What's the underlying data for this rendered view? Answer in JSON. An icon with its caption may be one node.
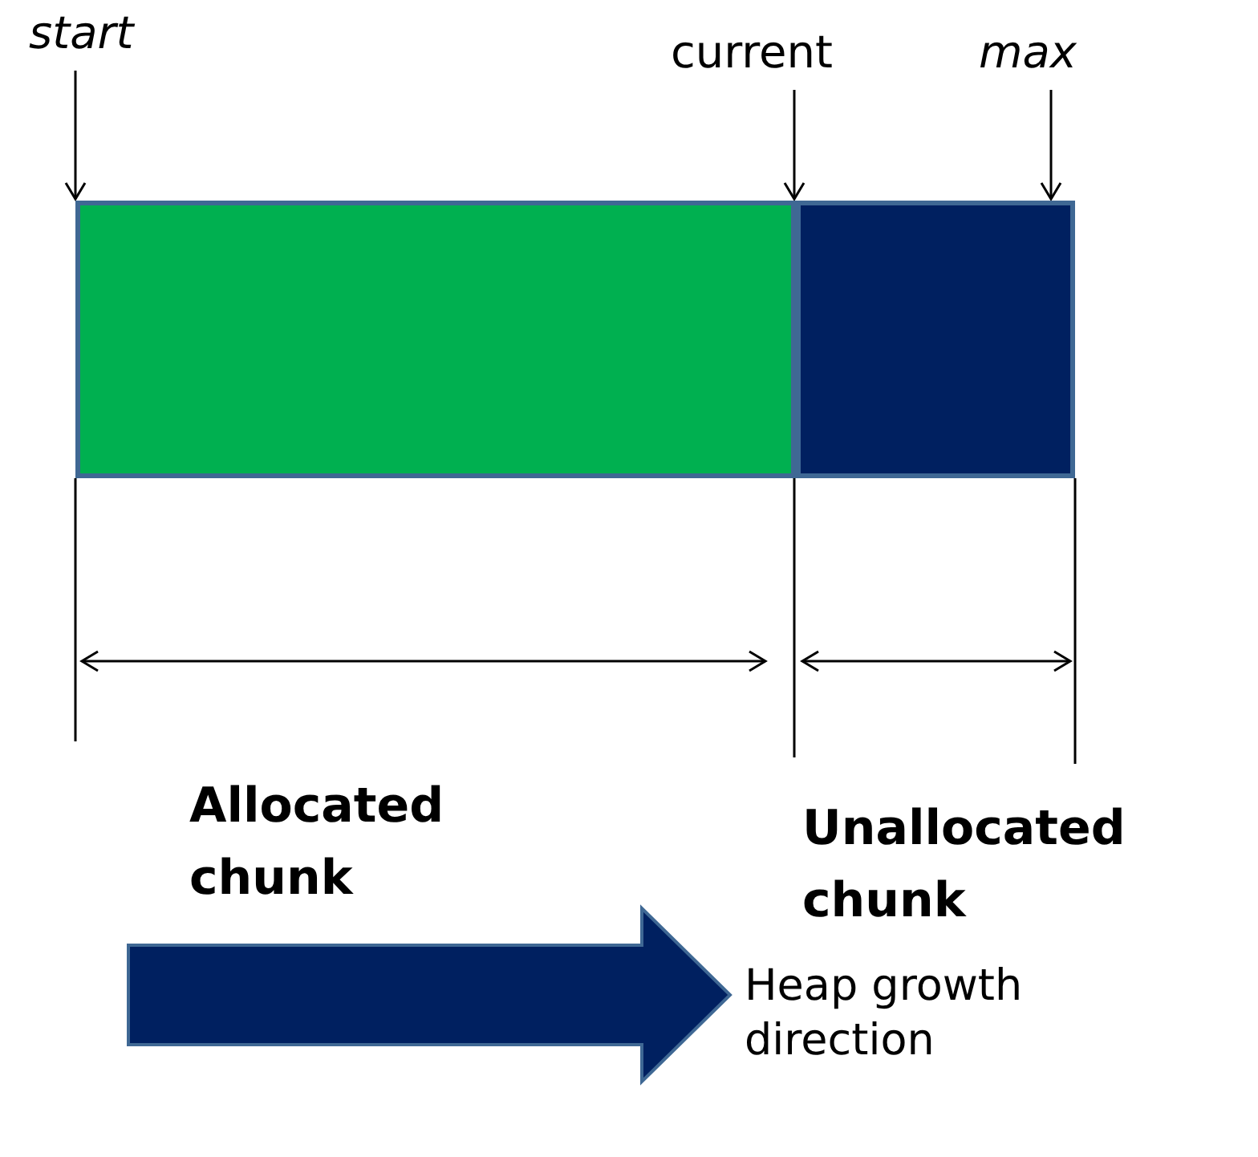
{
  "diagram": {
    "nodes": [
      {
        "text": [
          "start"
        ]
      },
      {
        "text": [
          "current"
        ]
      },
      {
        "text": [
          "max"
        ]
      },
      {
        "text": [],
        "shape": "bar"
      },
      {
        "text": [],
        "shape": "bar"
      }
    ],
    "edges": [
      {
        "from": 0,
        "to": 3,
        "arrow": "to"
      },
      {
        "from": 1,
        "to": 4,
        "arrow": "to"
      },
      {
        "from": 2,
        "to": 4,
        "arrow": "to"
      }
    ],
    "labels": [
      "Allocated chunk",
      "Unallocated chunk",
      "Heap growth direction"
    ]
  }
}
